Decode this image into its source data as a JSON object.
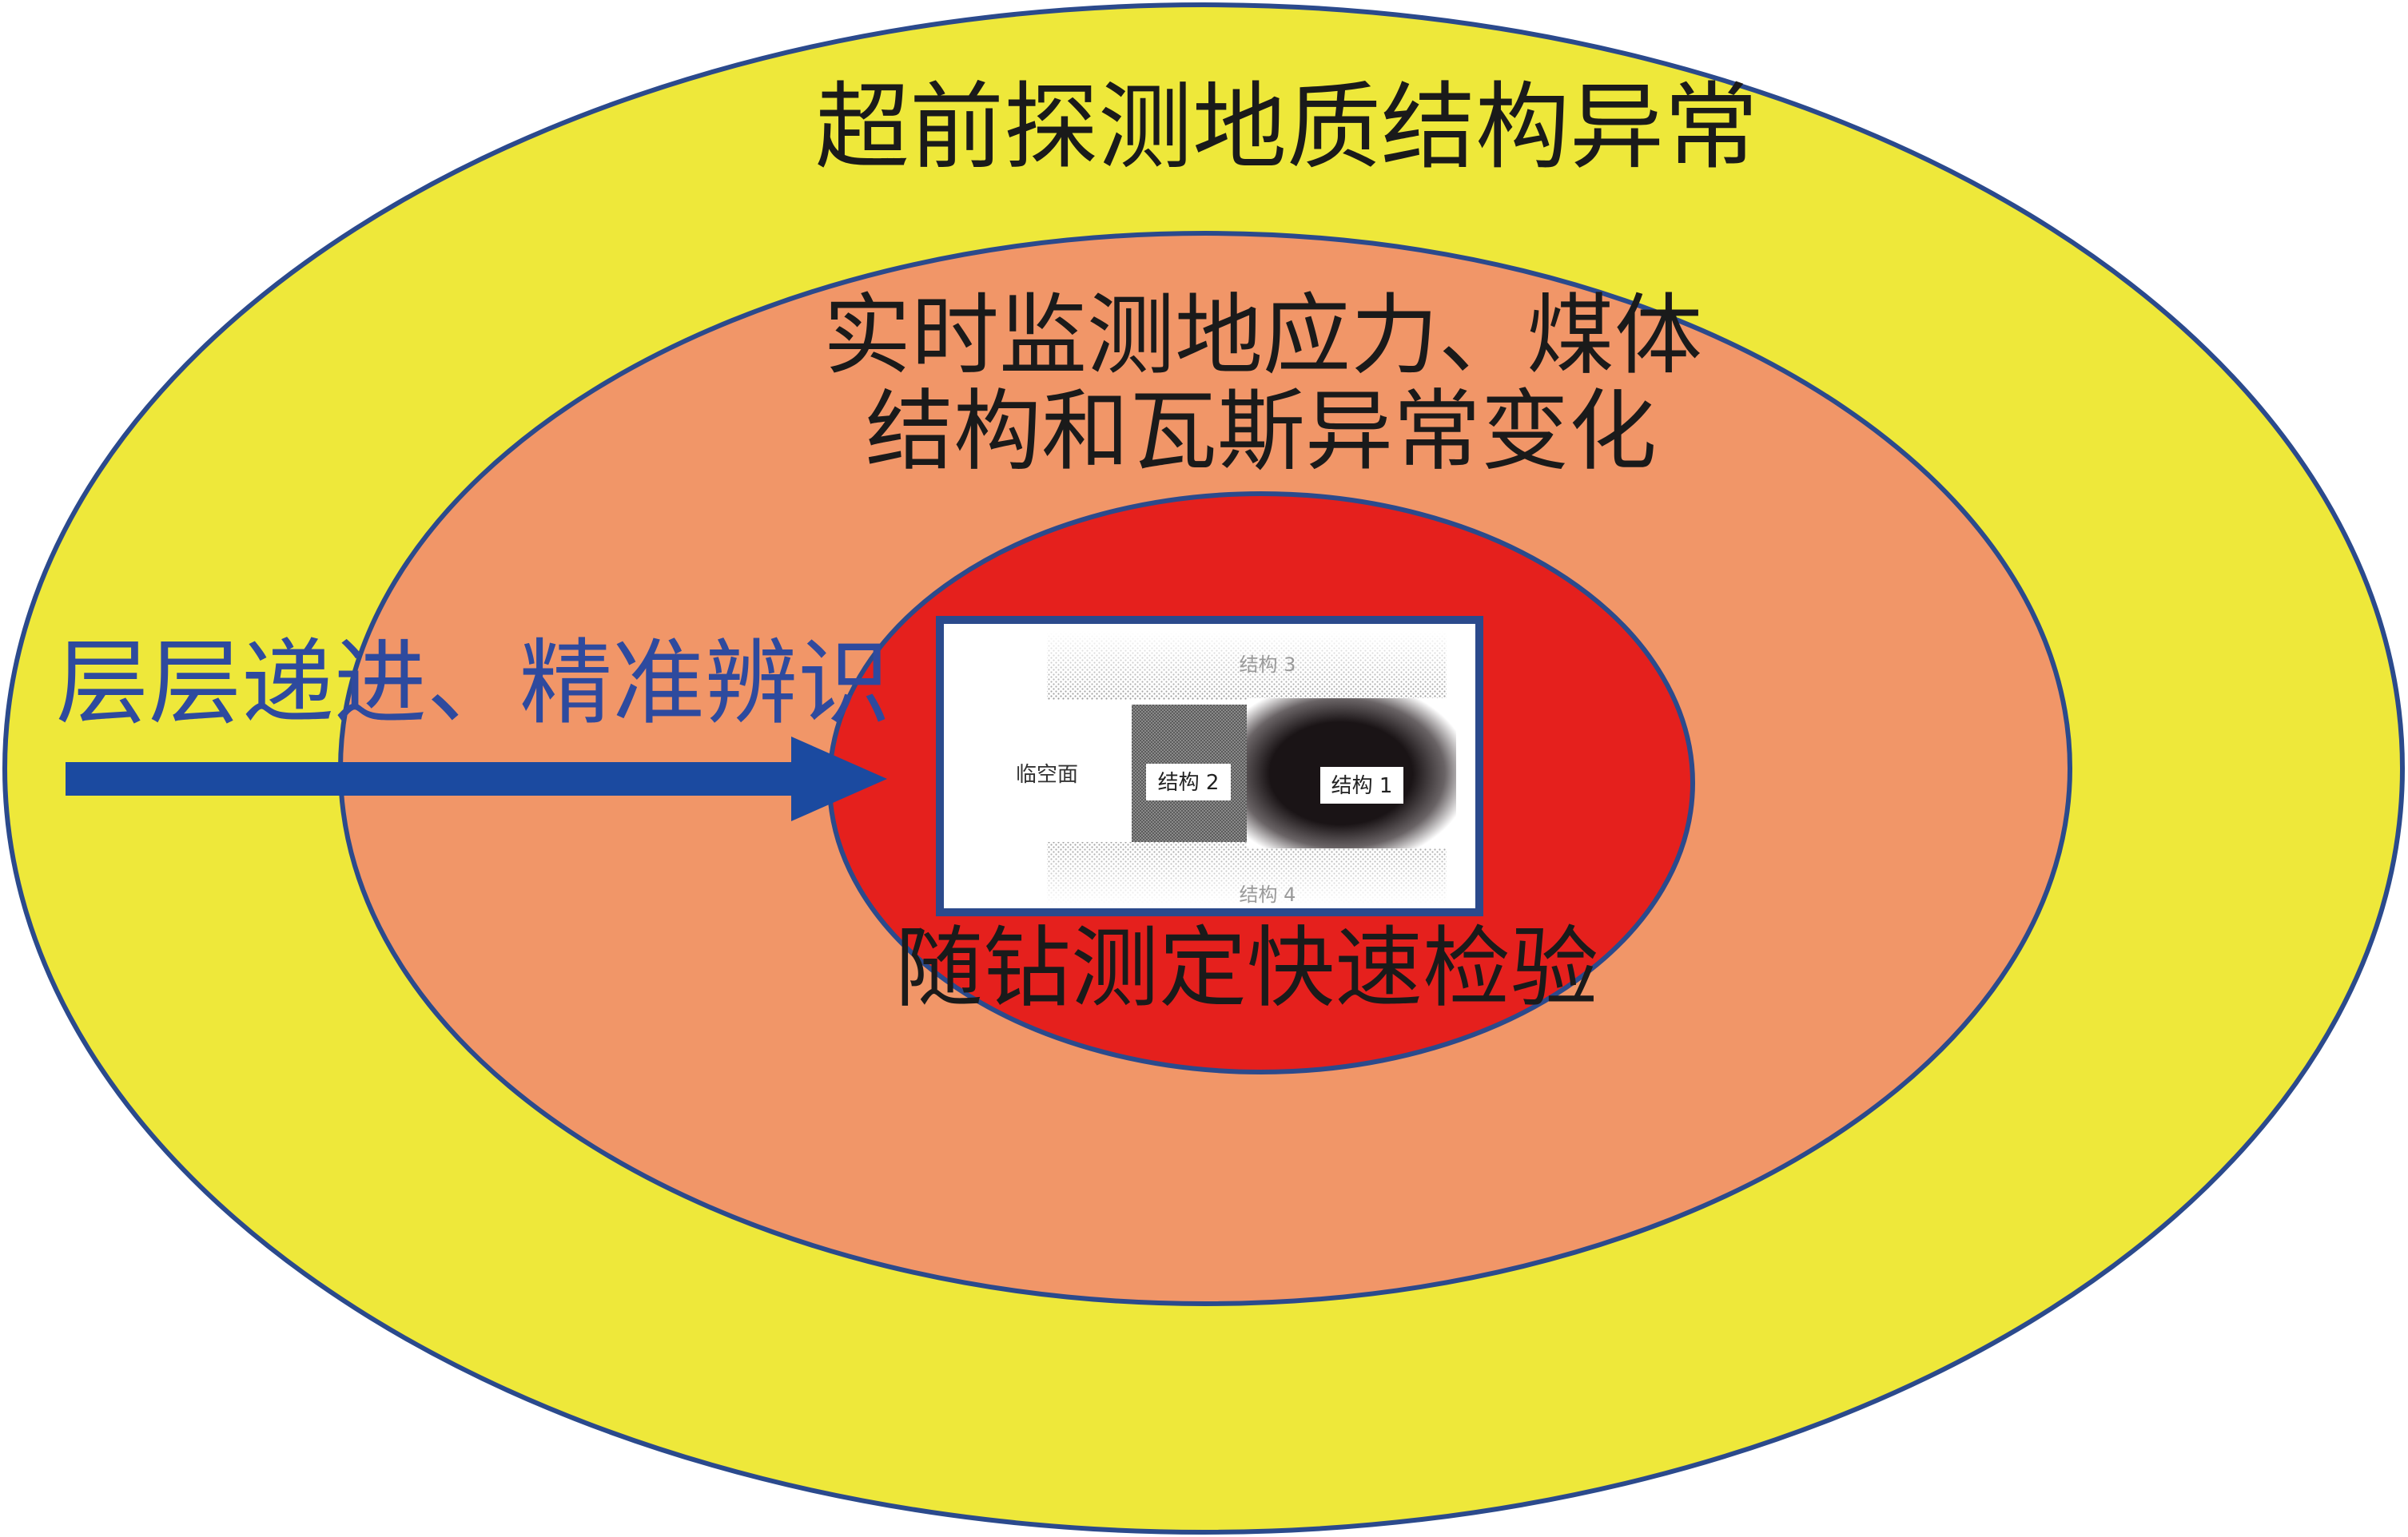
{
  "colors": {
    "outer_ring": "#eee83a",
    "middle_ring": "#f19668",
    "inner_ring": "#e5201d",
    "ring_stroke": "#2b4a8c",
    "arrow": "#1b4aa0",
    "arrow_label": "#2e4a9e",
    "text": "#1a1a1a",
    "inset_border": "#2b4a8c"
  },
  "outer_ring": {
    "label": "超前探测地质结构异常"
  },
  "middle_ring": {
    "label_line1": "实时监测地应力、煤体",
    "label_line2": "结构和瓦斯异常变化"
  },
  "inner_ring": {
    "label": "随钻测定快速检验"
  },
  "arrow": {
    "label": "层层递进、精准辨识"
  },
  "inset": {
    "face_label": "临空面",
    "structure_1": "结构 1",
    "structure_2": "结构 2",
    "structure_3": "结构 3",
    "structure_4": "结构 4"
  }
}
